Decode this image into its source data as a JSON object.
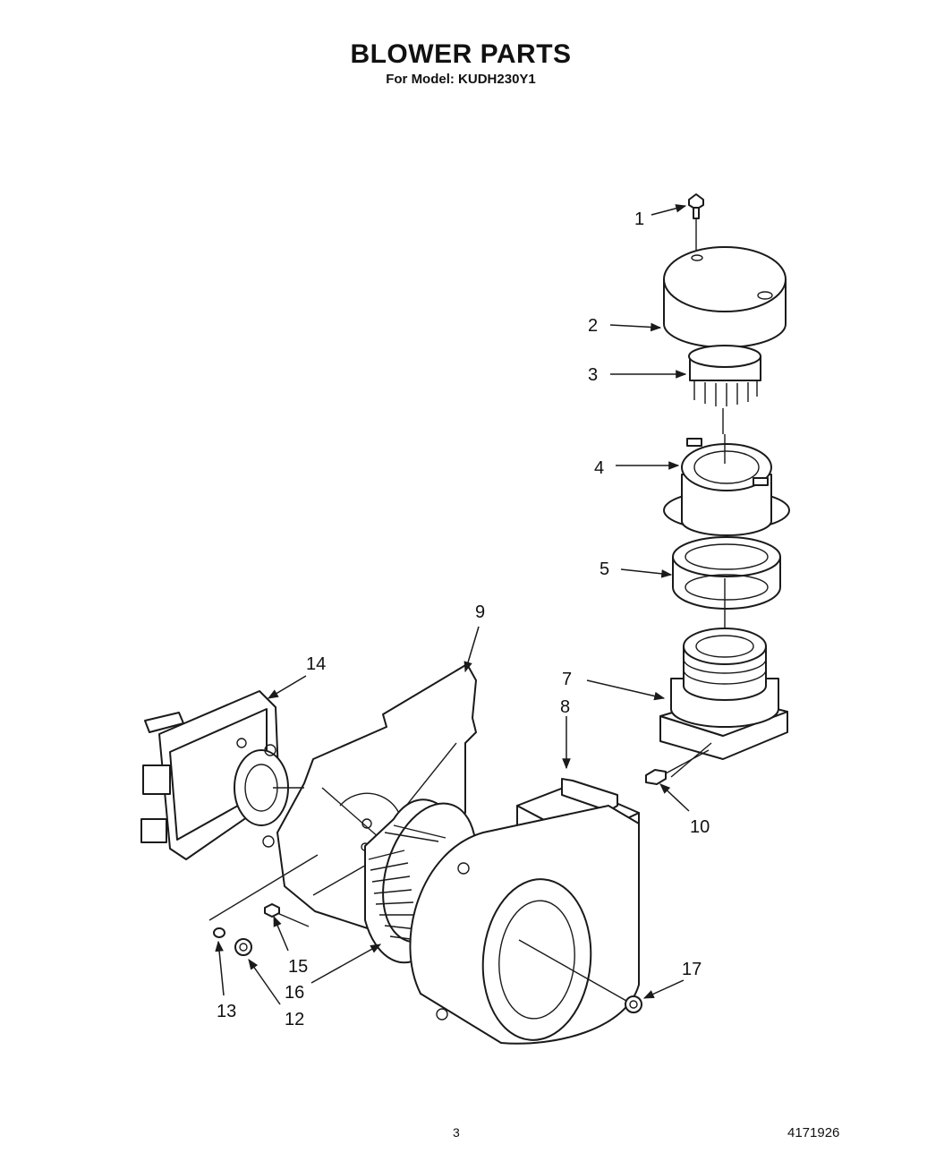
{
  "header": {
    "title": "BLOWER PARTS",
    "subtitle": "For Model: KUDH230Y1"
  },
  "footer": {
    "page_number": "3",
    "document_number": "4171926"
  },
  "callouts": [
    {
      "id": "c1",
      "label": "1"
    },
    {
      "id": "c2",
      "label": "2"
    },
    {
      "id": "c3",
      "label": "3"
    },
    {
      "id": "c4",
      "label": "4"
    },
    {
      "id": "c5",
      "label": "5"
    },
    {
      "id": "c7",
      "label": "7"
    },
    {
      "id": "c8",
      "label": "8"
    },
    {
      "id": "c9",
      "label": "9"
    },
    {
      "id": "c10",
      "label": "10"
    },
    {
      "id": "c12",
      "label": "12"
    },
    {
      "id": "c13",
      "label": "13"
    },
    {
      "id": "c14",
      "label": "14"
    },
    {
      "id": "c15",
      "label": "15"
    },
    {
      "id": "c16",
      "label": "16"
    },
    {
      "id": "c17",
      "label": "17"
    }
  ]
}
